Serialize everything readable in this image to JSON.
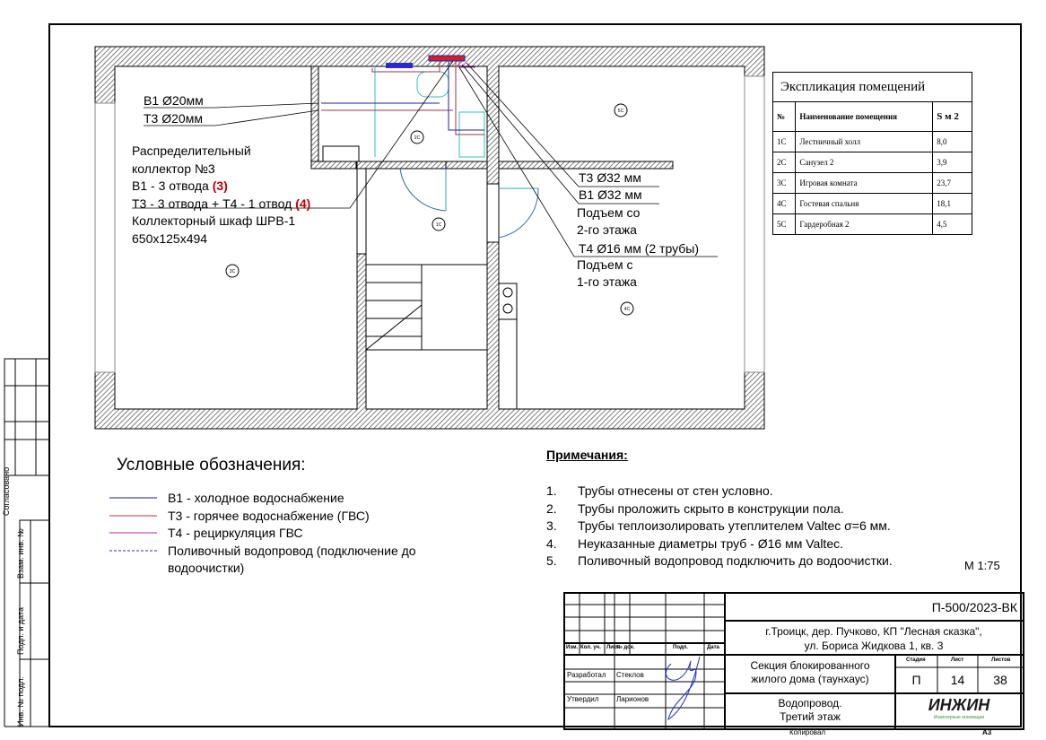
{
  "plan": {
    "callout_b1": "В1 Ø20мм",
    "callout_t3": "Т3 Ø20мм",
    "collector": [
      "Распределительный",
      "коллектор №3",
      "В1 - 3 отвода ",
      "(3)",
      "Т3 - 3 отвода + Т4 - 1 отвод ",
      "(4)",
      "Коллекторный шкаф ШРВ-1",
      "650х125х494"
    ],
    "riser_t3": "Т3 Ø32 мм",
    "riser_b1": "В1 Ø32 мм",
    "riser_from2": [
      "Подъем со",
      "2-го этажа"
    ],
    "riser_t4": "Т4 Ø16 мм (2 трубы)",
    "riser_from1": [
      "Подъем с",
      "1-го этажа"
    ],
    "room_markers": [
      "1С",
      "2С",
      "3С",
      "4С",
      "5С"
    ]
  },
  "explication": {
    "title": "Экспликация помещений",
    "headers": [
      "№",
      "Наименование помещения",
      "S м 2"
    ],
    "rows": [
      [
        "1С",
        "Лестничный холл",
        "8,0"
      ],
      [
        "2С",
        "Санузел 2",
        "3,9"
      ],
      [
        "3С",
        "Игровая комната",
        "23,7"
      ],
      [
        "4С",
        "Гостевая спальня",
        "18,1"
      ],
      [
        "5С",
        "Гардеробная 2",
        "4,5"
      ]
    ]
  },
  "legend": {
    "title": "Условные обозначения:",
    "items": [
      "В1 - холодное водоснабжение",
      "Т3 - горячее водоснабжение (ГВС)",
      "Т4 - рециркуляция ГВС",
      "Поливочный водопровод (подключение до",
      "водоочистки)"
    ],
    "colors": [
      "#1a1a8c",
      "#c0304a",
      "#b020b0",
      "#3030c0"
    ]
  },
  "notes": {
    "title": "Примечания:",
    "items": [
      "Трубы отнесены от стен условно.",
      "Трубы проложить скрыто в конструкции пола.",
      "Трубы теплоизолировать утеплителем Valtec σ=6 мм.",
      "Неуказанные диаметры труб - Ø16 мм Valtec.",
      "Поливочный водопровод подключить до водоочистки."
    ],
    "nums": [
      "1.",
      "2.",
      "3.",
      "4.",
      "5."
    ],
    "scale": "М 1:75"
  },
  "side": {
    "agreed": "Согласовано",
    "inv_vz": "Взам. инв. №",
    "sign_date": "Подп. и дата",
    "inv_orig": "Инв. № подл."
  },
  "titleblock": {
    "code": "П-500/2023-ВК",
    "address": [
      "г.Троицк, дер. Пучково, КП \"Лесная сказка\",",
      "ул. Бориса Жидкова 1, кв. 3"
    ],
    "cols": [
      "Изм.",
      "Кол. уч.",
      "Лист",
      "№ док.",
      "Подп.",
      "Дата"
    ],
    "developed": "Разработал",
    "developer": "Стеклов",
    "approved": "Утвердил",
    "approver": "Ларионов",
    "object": [
      "Секция блокированного",
      "жилого дома (таунхаус)"
    ],
    "stage_h": "Стадия",
    "sheet_h": "Лист",
    "sheets_h": "Листов",
    "stage": "П",
    "sheet": "14",
    "sheets": "38",
    "drawing": [
      "Водопровод.",
      "Третий этаж"
    ],
    "logo": "ИНЖИН",
    "logo_sub": "Инженерные инновации",
    "copied": "Копировал",
    "format": "А3"
  }
}
